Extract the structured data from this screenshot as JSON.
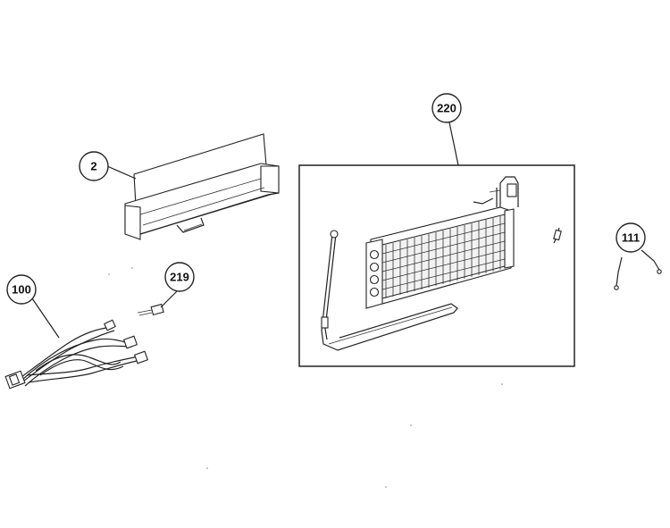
{
  "diagram": {
    "callouts": [
      {
        "id": "c2",
        "label": "2"
      },
      {
        "id": "c100",
        "label": "100"
      },
      {
        "id": "c219",
        "label": "219"
      },
      {
        "id": "c220",
        "label": "220"
      },
      {
        "id": "c111",
        "label": "111"
      }
    ]
  }
}
